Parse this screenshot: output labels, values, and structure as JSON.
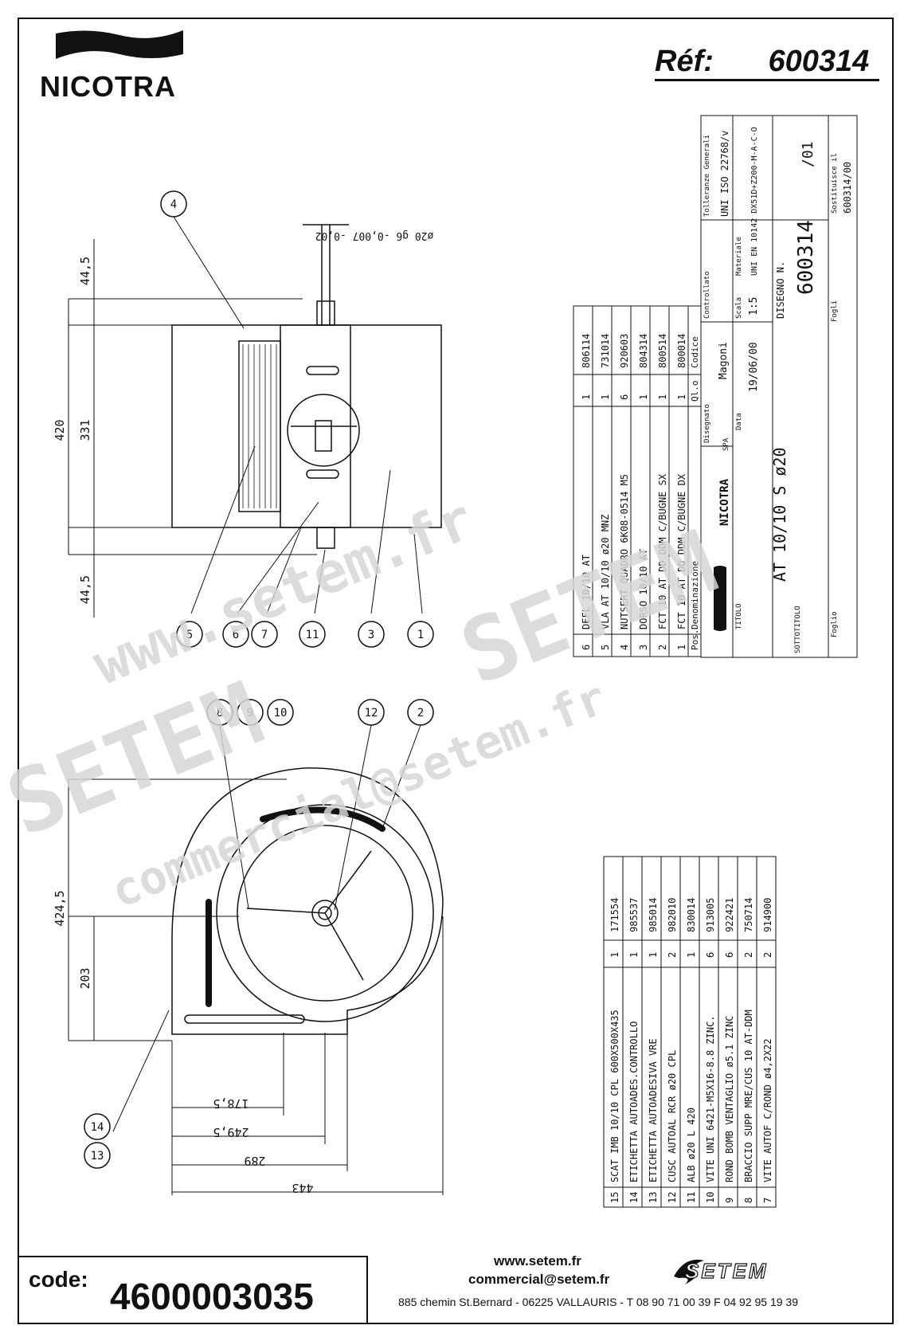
{
  "header": {
    "brand": "NICOTRA",
    "ref_label": "Réf:",
    "ref_number": "600314"
  },
  "dimensions": {
    "h_44_5_top": "44,5",
    "h_420": "420",
    "h_331": "331",
    "h_44_5_bot": "44,5",
    "shaft": "ø20 g6 -0,007 -0,02",
    "h_424_5": "424,5",
    "h_203": "203",
    "w_178_5": "178,5",
    "w_249_5": "249,5",
    "w_289": "289",
    "w_443": "443"
  },
  "balloons": [
    "4",
    "5",
    "6",
    "7",
    "11",
    "3",
    "1",
    "8",
    "9",
    "10",
    "12",
    "2",
    "13",
    "14"
  ],
  "parts_top": {
    "columns": [
      "Pos.",
      "Denominazione",
      "Ql.o",
      "Codice"
    ],
    "rows": [
      {
        "pos": "6",
        "name": "DEFL 10/10 AT",
        "qty": "1",
        "code": "806114"
      },
      {
        "pos": "5",
        "name": "VLA AT 10/10 ø20 MNZ",
        "qty": "1",
        "code": "731014"
      },
      {
        "pos": "4",
        "name": "NUTSERT QUADRO 6K08-0514 M5",
        "qty": "6",
        "code": "920603"
      },
      {
        "pos": "3",
        "name": "DORSO 10/10 AT",
        "qty": "1",
        "code": "804314"
      },
      {
        "pos": "2",
        "name": "FCT 10 AT DD DDM C/BUGNE SX",
        "qty": "1",
        "code": "800514"
      },
      {
        "pos": "1",
        "name": "FCT 10 AT DD DDM C/BUGNE DX",
        "qty": "1",
        "code": "800014"
      }
    ]
  },
  "parts_bottom": [
    {
      "pos": "15",
      "name": "SCAT IMB 10/10 CPL 600X500X435",
      "qty": "1",
      "code": "171554"
    },
    {
      "pos": "14",
      "name": "ETICHETTA AUTOADES.CONTROLLO",
      "qty": "1",
      "code": "985537"
    },
    {
      "pos": "13",
      "name": "ETICHETTA AUTOADESIVA VRE",
      "qty": "1",
      "code": "985014"
    },
    {
      "pos": "12",
      "name": "CUSC AUTOAL RCR ø20 CPL",
      "qty": "2",
      "code": "982010"
    },
    {
      "pos": "11",
      "name": "ALB ø20 L 420",
      "qty": "1",
      "code": "830014"
    },
    {
      "pos": "10",
      "name": "VITE UNI 6421-M5X16-8.8 ZINC.",
      "qty": "6",
      "code": "913005"
    },
    {
      "pos": "9",
      "name": "ROND BOMB VENTAGLIO ø5.1 ZINC",
      "qty": "6",
      "code": "922421"
    },
    {
      "pos": "8",
      "name": "BRACCIO SUPP MRE/CUS 10 AT-DDM",
      "qty": "2",
      "code": "750714"
    },
    {
      "pos": "7",
      "name": "VITE AUTOF C/ROND ø4,2X22",
      "qty": "2",
      "code": "914900"
    }
  ],
  "title_block": {
    "tolleranze_label": "Tolleranze Generali",
    "tolleranze": "UNI ISO 22768/v",
    "materiale_label": "Materiale",
    "materiale": "UNI EN 10142 DX51D+Z200-M-A-C-O",
    "controllato_label": "Controllato",
    "scala_label": "Scala",
    "scala": "1:5",
    "disegnato_label": "Disegnato",
    "disegnato": "Magoni",
    "data_label": "Data",
    "data": "19/06/00",
    "disegno_label": "DISEGNO N.",
    "disegno": "600314",
    "revisione": "/01",
    "sostituisce_label": "Sostituisce il",
    "sostituisce": "600314/00",
    "fogli_label": "Fogli",
    "foglio_label": "Foglio",
    "company": "NICOTRA",
    "company_suffix": "SPA",
    "titolo_label": "TITOLO",
    "titolo": "AT 10/10 S ø20",
    "sottotitolo_label": "SOTTOTITOLO"
  },
  "watermark": {
    "line1": "www.setem.fr",
    "line2": "SETEM",
    "line3": "commercial@setem.fr",
    "line4": "SETEM"
  },
  "footer": {
    "code_label": "code:",
    "code_value": "4600003035",
    "website": "www.setem.fr",
    "email": "commercial@setem.fr",
    "address": "885 chemin St.Bernard  -  06225 VALLAURIS  -  T 08 90 71 00 39   F 04 92 95 19 39",
    "setem_logo": "SETEM"
  }
}
